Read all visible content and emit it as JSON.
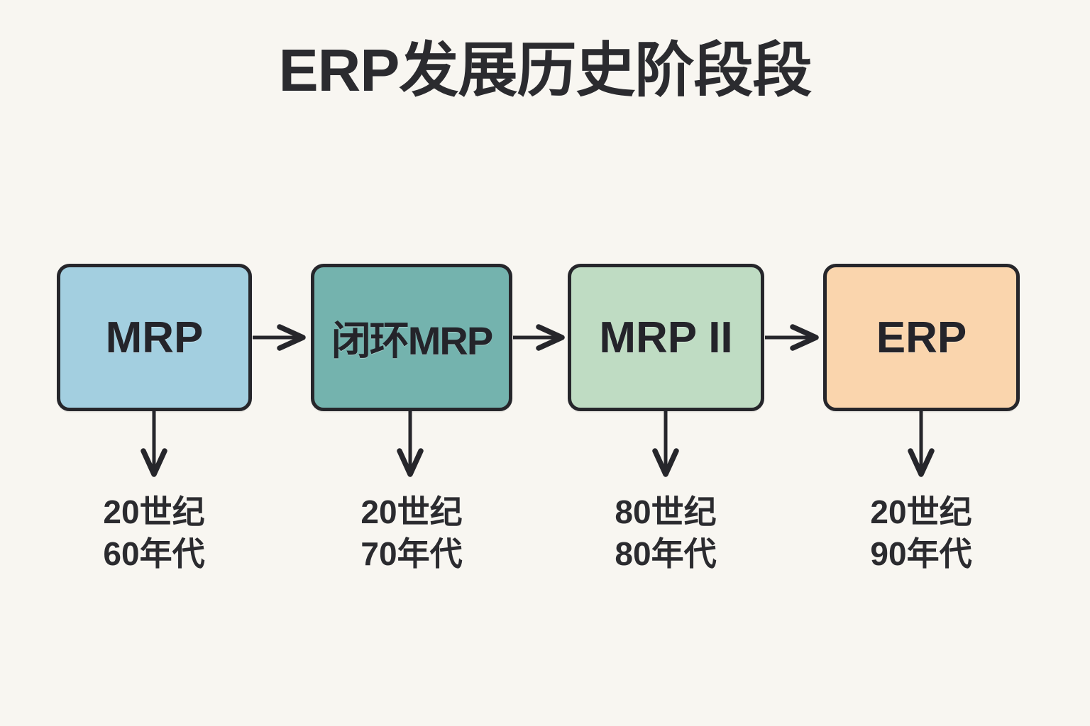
{
  "page": {
    "title": "ERP发展历史阶段段",
    "background_color": "#f8f6f1",
    "text_color": "#2b2b2f",
    "stroke_color": "#26262b"
  },
  "diagram": {
    "type": "flowchart",
    "orientation": "left-to-right",
    "stages": [
      {
        "label": "MRP",
        "era_line1": "20世纪",
        "era_line2": "60年代",
        "fill_color": "#a3cfe0"
      },
      {
        "label": "闭环MRP",
        "era_line1": "20世纪",
        "era_line2": "70年代",
        "fill_color": "#74b3ae"
      },
      {
        "label": "MRP II",
        "era_line1": "80世纪",
        "era_line2": "80年代",
        "fill_color": "#bfdcc3"
      },
      {
        "label": "ERP",
        "era_line1": "20世纪",
        "era_line2": "90年代",
        "fill_color": "#fad5ad"
      }
    ],
    "connectors": {
      "horizontal_arrow_count": 3,
      "vertical_arrow_count": 4
    }
  }
}
